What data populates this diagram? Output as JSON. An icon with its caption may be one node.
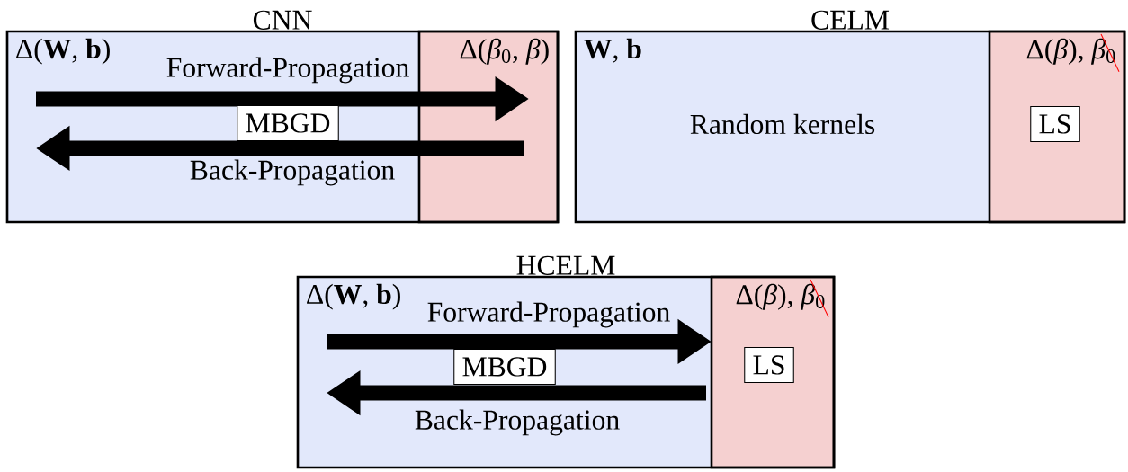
{
  "diagram": {
    "nodes": [
      {
        "text": [
          "CNN"
        ]
      },
      {
        "text": [
          "Δ(**W**, **b**)"
        ],
        "in": 0
      },
      {
        "text": [
          "Δ(*β*$_{0}$, *β*)"
        ],
        "in": 0
      },
      {
        "text": [
          "MBGD"
        ],
        "in": 1
      },
      {
        "text": [
          "CELM"
        ]
      },
      {
        "text": [
          "**W**, **b**",
          "Random kernels"
        ],
        "in": 4
      },
      {
        "text": [
          "Δ(*β*), *β*$_{0}$"
        ],
        "in": 4
      },
      {
        "text": [
          "LS"
        ],
        "in": 6
      },
      {
        "text": [
          "HCELM"
        ]
      },
      {
        "text": [
          "Δ(**W**, **b**)"
        ],
        "in": 8
      },
      {
        "text": [
          "Δ(*β*), *β*$_{0}$"
        ],
        "in": 8
      },
      {
        "text": [
          "MBGD"
        ],
        "in": 9
      },
      {
        "text": [
          "LS"
        ],
        "in": 10
      }
    ],
    "edges": [
      {
        "from": null,
        "to": 2,
        "arrow": "to",
        "label": "Forward-Propagation"
      },
      {
        "from": 2,
        "to": null,
        "arrow": "to",
        "label": "Back-Propagation"
      },
      {
        "from": null,
        "to": 10,
        "arrow": "to",
        "label": "Forward-Propagation"
      },
      {
        "from": 10,
        "to": null,
        "arrow": "to",
        "label": "Back-Propagation"
      }
    ]
  }
}
